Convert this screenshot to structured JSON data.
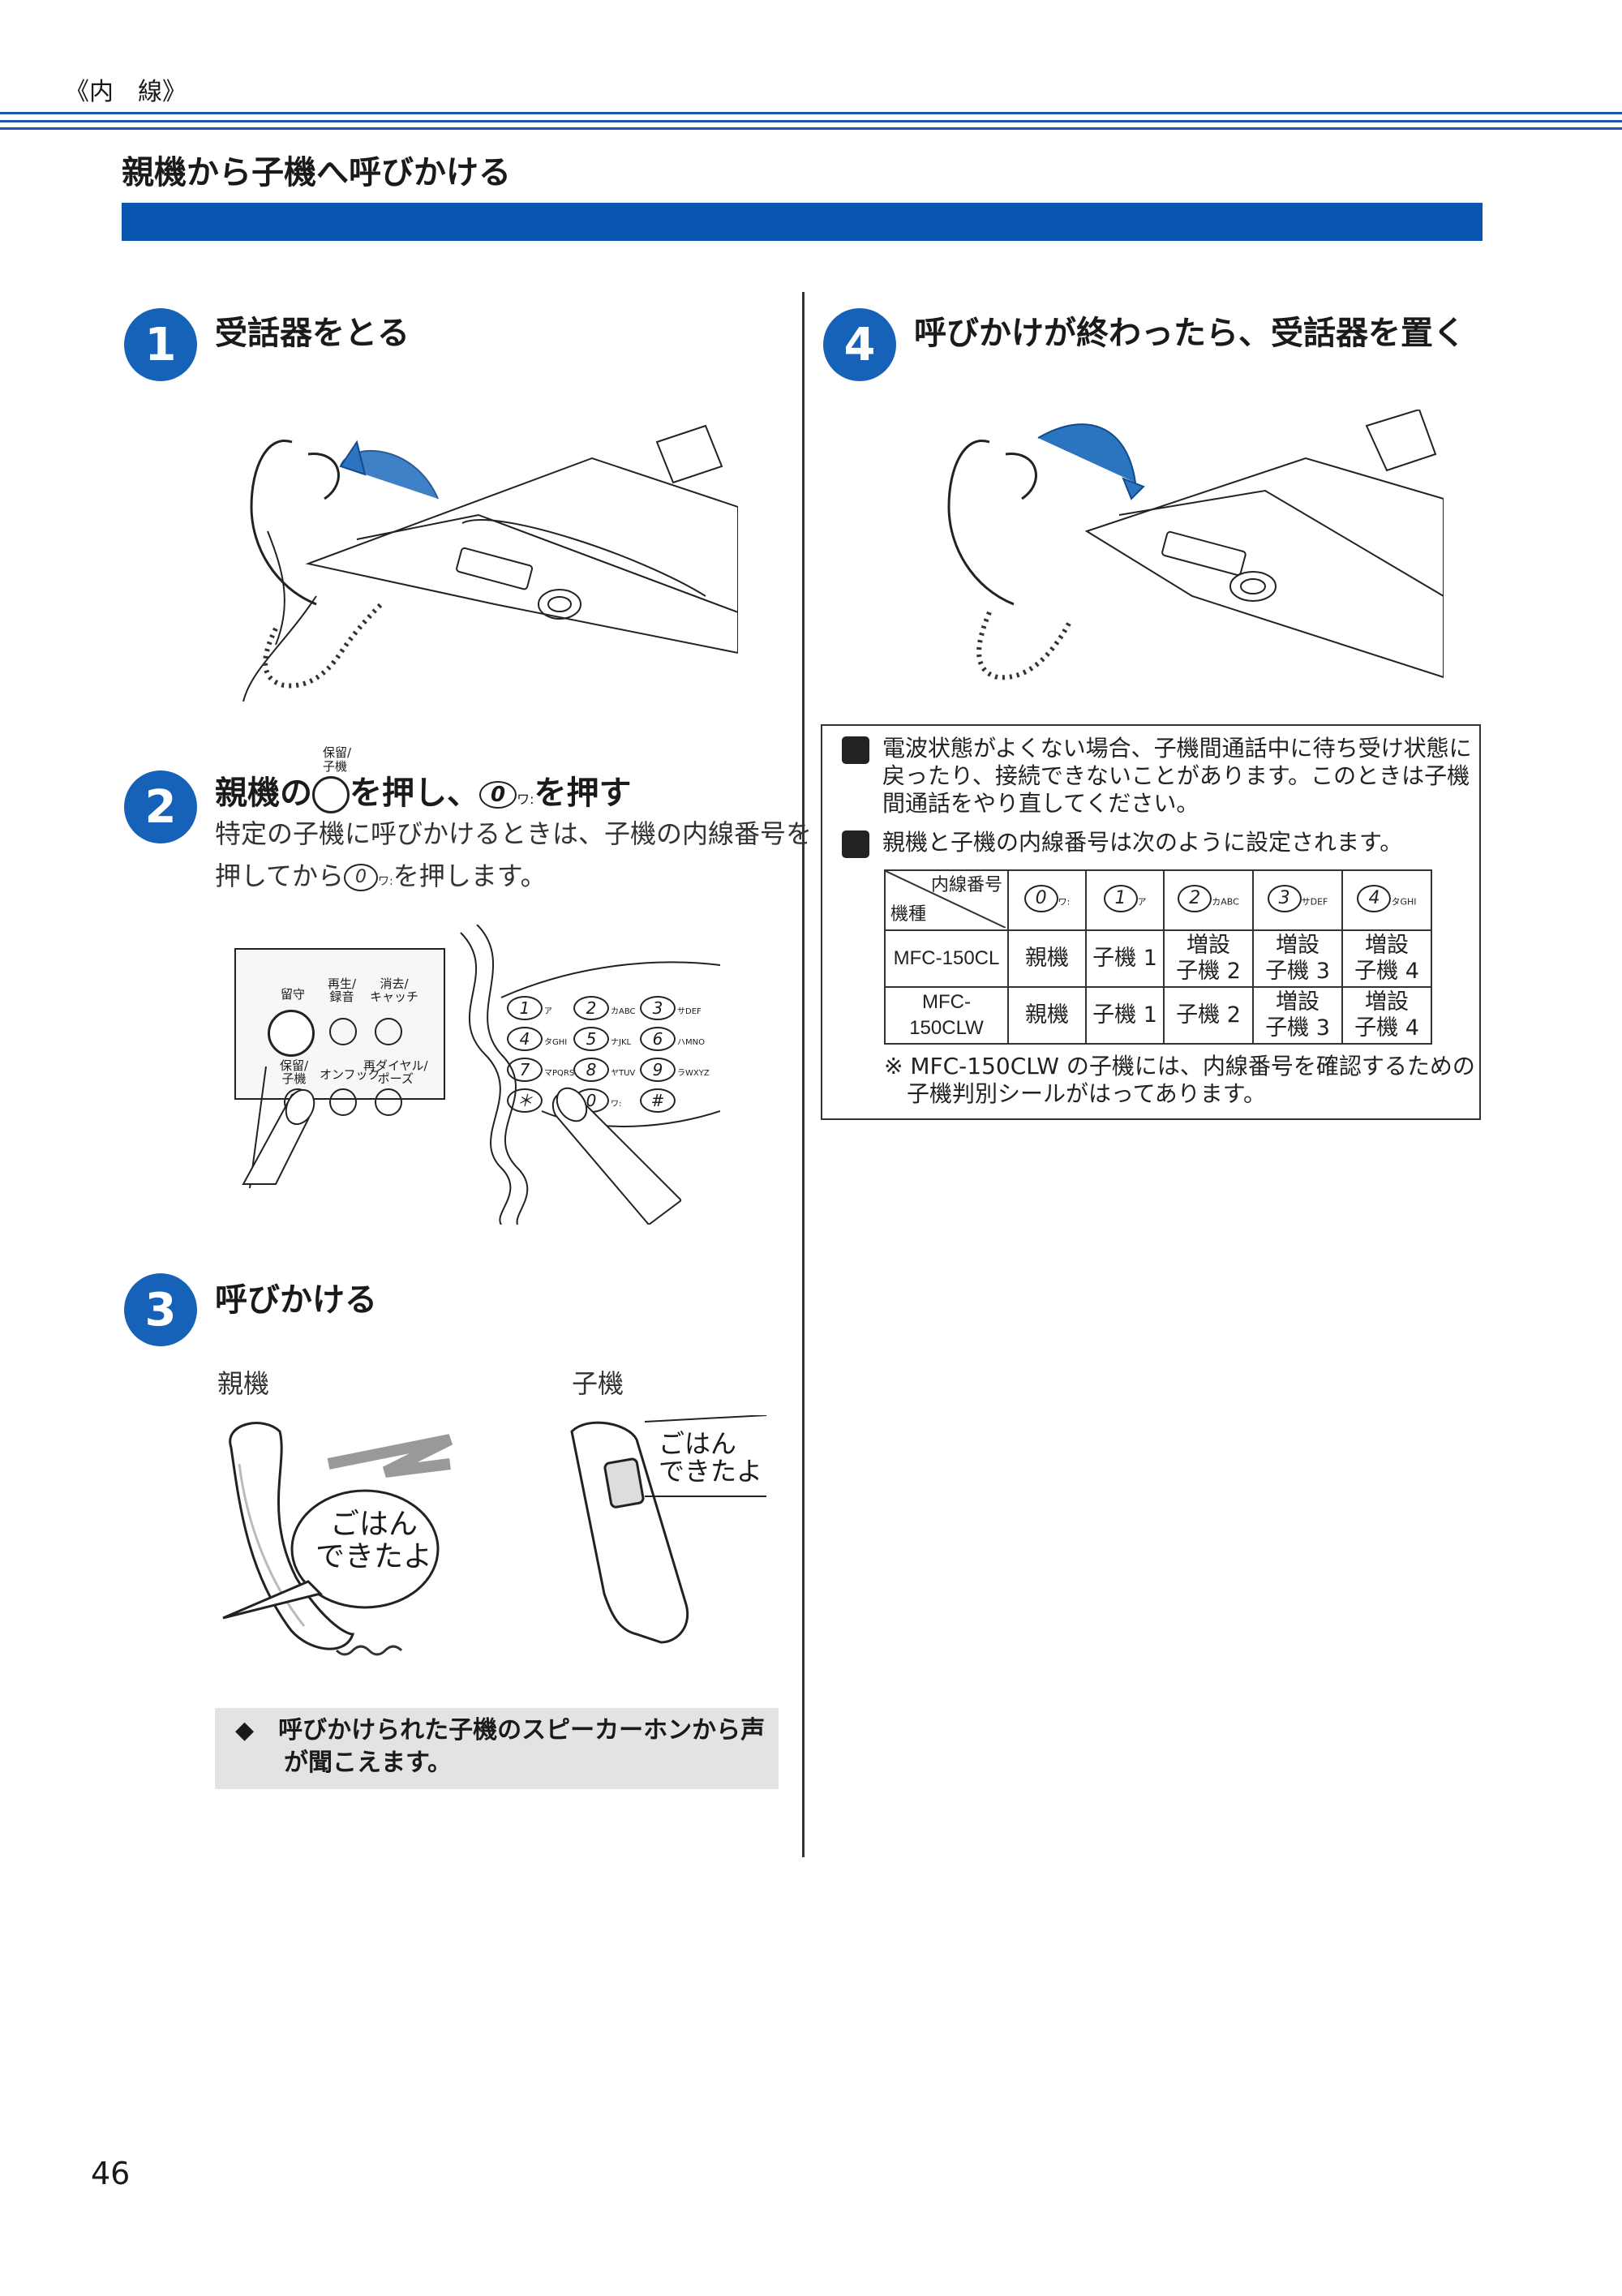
{
  "header": {
    "section": "《内　線》",
    "title": "親機から子機へ呼びかける"
  },
  "colors": {
    "accent": "#0a55b0",
    "step_circle": "#1662b8",
    "note_bg": "#e3e3e3"
  },
  "steps": [
    {
      "number": "1",
      "heading": "受話器をとる"
    },
    {
      "number": "2",
      "heading_pre": "親機の",
      "heading_btn_label": "保留/\n子機",
      "heading_mid": "を押し、",
      "heading_key": "0",
      "heading_key_sub": "ワ:",
      "heading_post": "を押す",
      "body_line1": "特定の子機に呼びかけるときは、子機の内線番号を",
      "body_line2_pre": "押してから",
      "body_key": "0",
      "body_key_sub": "ワ:",
      "body_line2_post": "を押します。"
    },
    {
      "number": "3",
      "heading": "呼びかける",
      "label_parent": "親機",
      "label_child": "子機",
      "bubble_parent_1": "ごはん",
      "bubble_parent_2": "できたよ",
      "bubble_child_1": "ごはん",
      "bubble_child_2": "できたよ",
      "note": "◆　呼びかけられた子機のスピーカーホンから声\n　　が聞こえます。"
    },
    {
      "number": "4",
      "heading": "呼びかけが終わったら、受話器を置く"
    }
  ],
  "panel": {
    "btn_rusu": "留守",
    "btn_play": "再生/\n録音",
    "btn_erase": "消去/\nキャッチ",
    "btn_hold": "保留/\n子機",
    "btn_onhook": "オンフック",
    "btn_redial": "再ダイヤル/\nポーズ",
    "keys": [
      {
        "k": "1",
        "s": "ア"
      },
      {
        "k": "2",
        "s": "カABC"
      },
      {
        "k": "3",
        "s": "サDEF"
      },
      {
        "k": "4",
        "s": "タGHI"
      },
      {
        "k": "5",
        "s": "ナJKL"
      },
      {
        "k": "6",
        "s": "ハMNO"
      },
      {
        "k": "7",
        "s": "マPQRS"
      },
      {
        "k": "8",
        "s": "ヤTUV"
      },
      {
        "k": "9",
        "s": "ラWXYZ"
      },
      {
        "k": "＊",
        "s": ""
      },
      {
        "k": "0",
        "s": "ワ:"
      },
      {
        "k": "#",
        "s": ""
      }
    ]
  },
  "notes": {
    "note1_l1": "電波状態がよくない場合、子機間通話中に待ち受け状態に",
    "note1_l2": "戻ったり、接続できないことがあります。このときは子機",
    "note1_l3": "間通話をやり直してください。",
    "note2": "親機と子機の内線番号は次のように設定されます。",
    "table": {
      "corner_top": "内線番号",
      "corner_bottom": "機種",
      "columns": [
        {
          "key": "0",
          "sub": "ワ:"
        },
        {
          "key": "1",
          "sub": "ア"
        },
        {
          "key": "2",
          "sub": "カABC"
        },
        {
          "key": "3",
          "sub": "サDEF"
        },
        {
          "key": "4",
          "sub": "タGHI"
        }
      ],
      "rows": [
        {
          "model": "MFC-150CL",
          "cells": [
            "親機",
            "子機 1",
            "増設\n子機 2",
            "増設\n子機 3",
            "増設\n子機 4"
          ]
        },
        {
          "model": "MFC-150CLW",
          "cells": [
            "親機",
            "子機 1",
            "子機 2",
            "増設\n子機 3",
            "増設\n子機 4"
          ]
        }
      ]
    },
    "footnote_l1": "※ MFC-150CLW の子機には、内線番号を確認するための",
    "footnote_l2": "　子機判別シールがはってあります。"
  },
  "page_number": "46"
}
